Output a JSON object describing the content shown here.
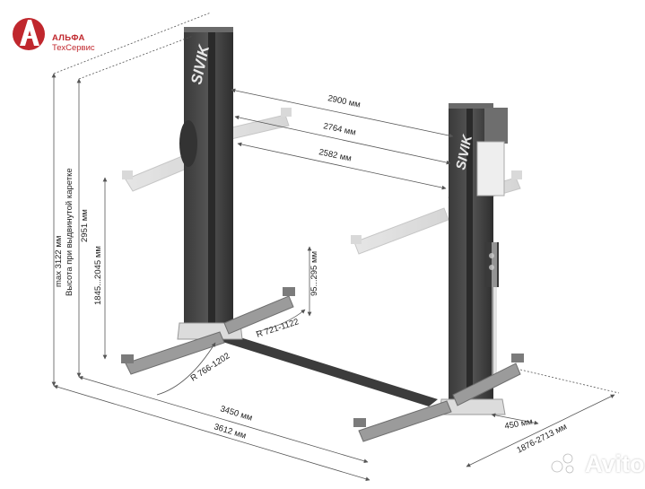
{
  "brand": {
    "name": "АЛЬФА",
    "sub": "ТехСервис",
    "color": "#c0272d"
  },
  "lift_brand": "SIVIK",
  "watermark": "Avito",
  "dimensions": {
    "max_height": "max 3122 мм",
    "carriage_height": "Высота при выдвинутой каретке",
    "height_2951": "2951 мм",
    "lift_range": "1845...2045 мм",
    "pad_height": "95...295 мм",
    "width_2900": "2900 мм",
    "width_2764": "2764 мм",
    "width_2582": "2582 мм",
    "r_short": "R 721-1122",
    "r_long": "R 766-1202",
    "w_3450": "3450 мм",
    "w_3612": "3612 мм",
    "d_450": "450 мм",
    "d_base": "1876-2713 мм"
  },
  "colors": {
    "post": "#4b4b4b",
    "post_dark": "#2f2f2f",
    "arm": "#9a9a9a",
    "dim_line": "#555555"
  }
}
